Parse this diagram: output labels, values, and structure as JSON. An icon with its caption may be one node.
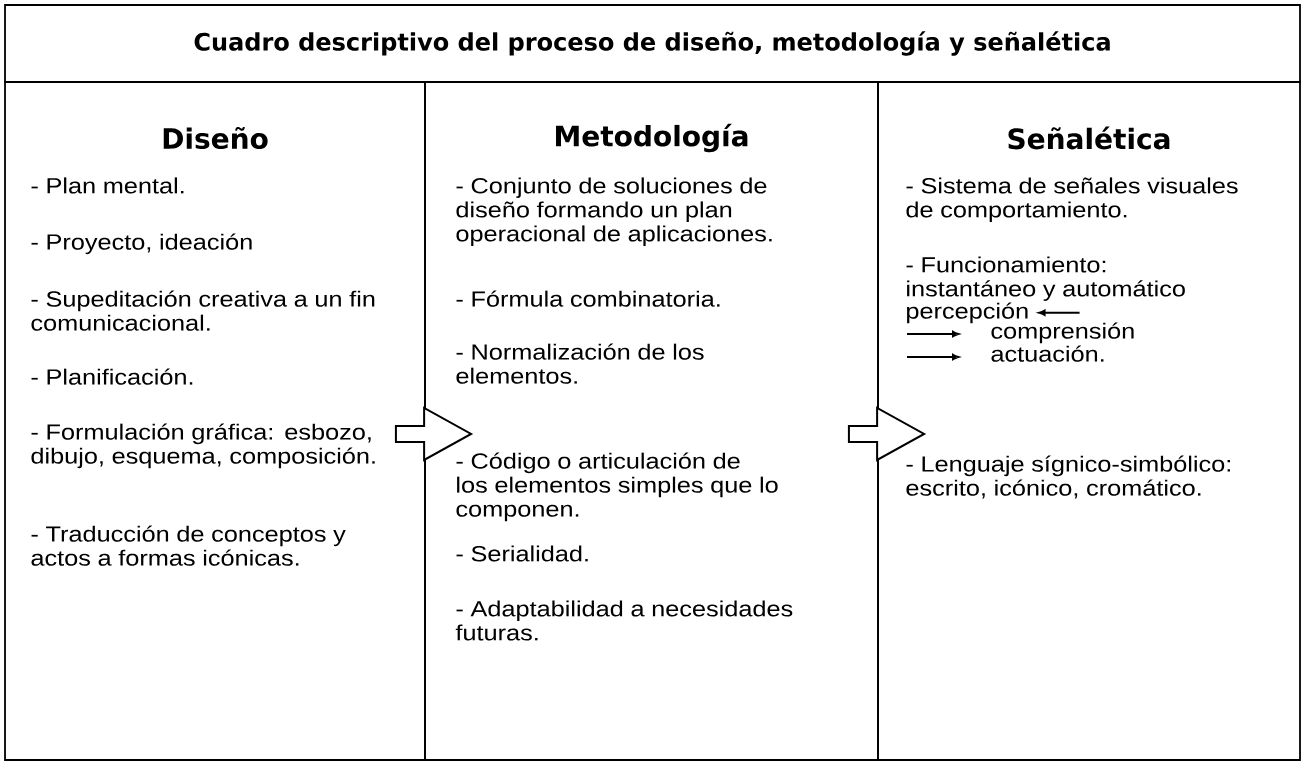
{
  "diagram": {
    "nodes": [
      {
        "text": [
          "Cuadro descriptivo del proceso de diseño, metodología y señalética"
        ]
      },
      {
        "text": [
          "Diseño",
          "- Plan mental.",
          "- Proyecto, ideación",
          "- Supeditación creativa a un fin comunicacional.",
          "- Planificación.",
          "- Formulación gráfica: esbozo, dibujo, esquema, composición.",
          "- Traducción de conceptos y actos a formas icónicas."
        ]
      },
      {
        "text": [
          "Metodología",
          "- Conjunto de soluciones de diseño formando un plan operacional de aplicaciones.",
          "- Fórmula combinatoria.",
          "- Normalización de los elementos.",
          "- Código o articulación de los elementos simples que lo componen.",
          "- Serialidad.",
          "- Adaptabilidad a necesidades futuras."
        ]
      },
      {
        "text": [
          "Señalética",
          "- Sistema de señales visuales de comportamiento.",
          "- Funcionamiento: instantáneo y automático",
          "percepción",
          "comprensión",
          "actuación.",
          "- Lenguaje sígnico-simbólico: escrito, icónico, cromático."
        ]
      }
    ],
    "edges": [
      {
        "from": 1,
        "to": 2,
        "arrow": "to"
      },
      {
        "from": 2,
        "to": 3,
        "arrow": "to"
      }
    ]
  }
}
